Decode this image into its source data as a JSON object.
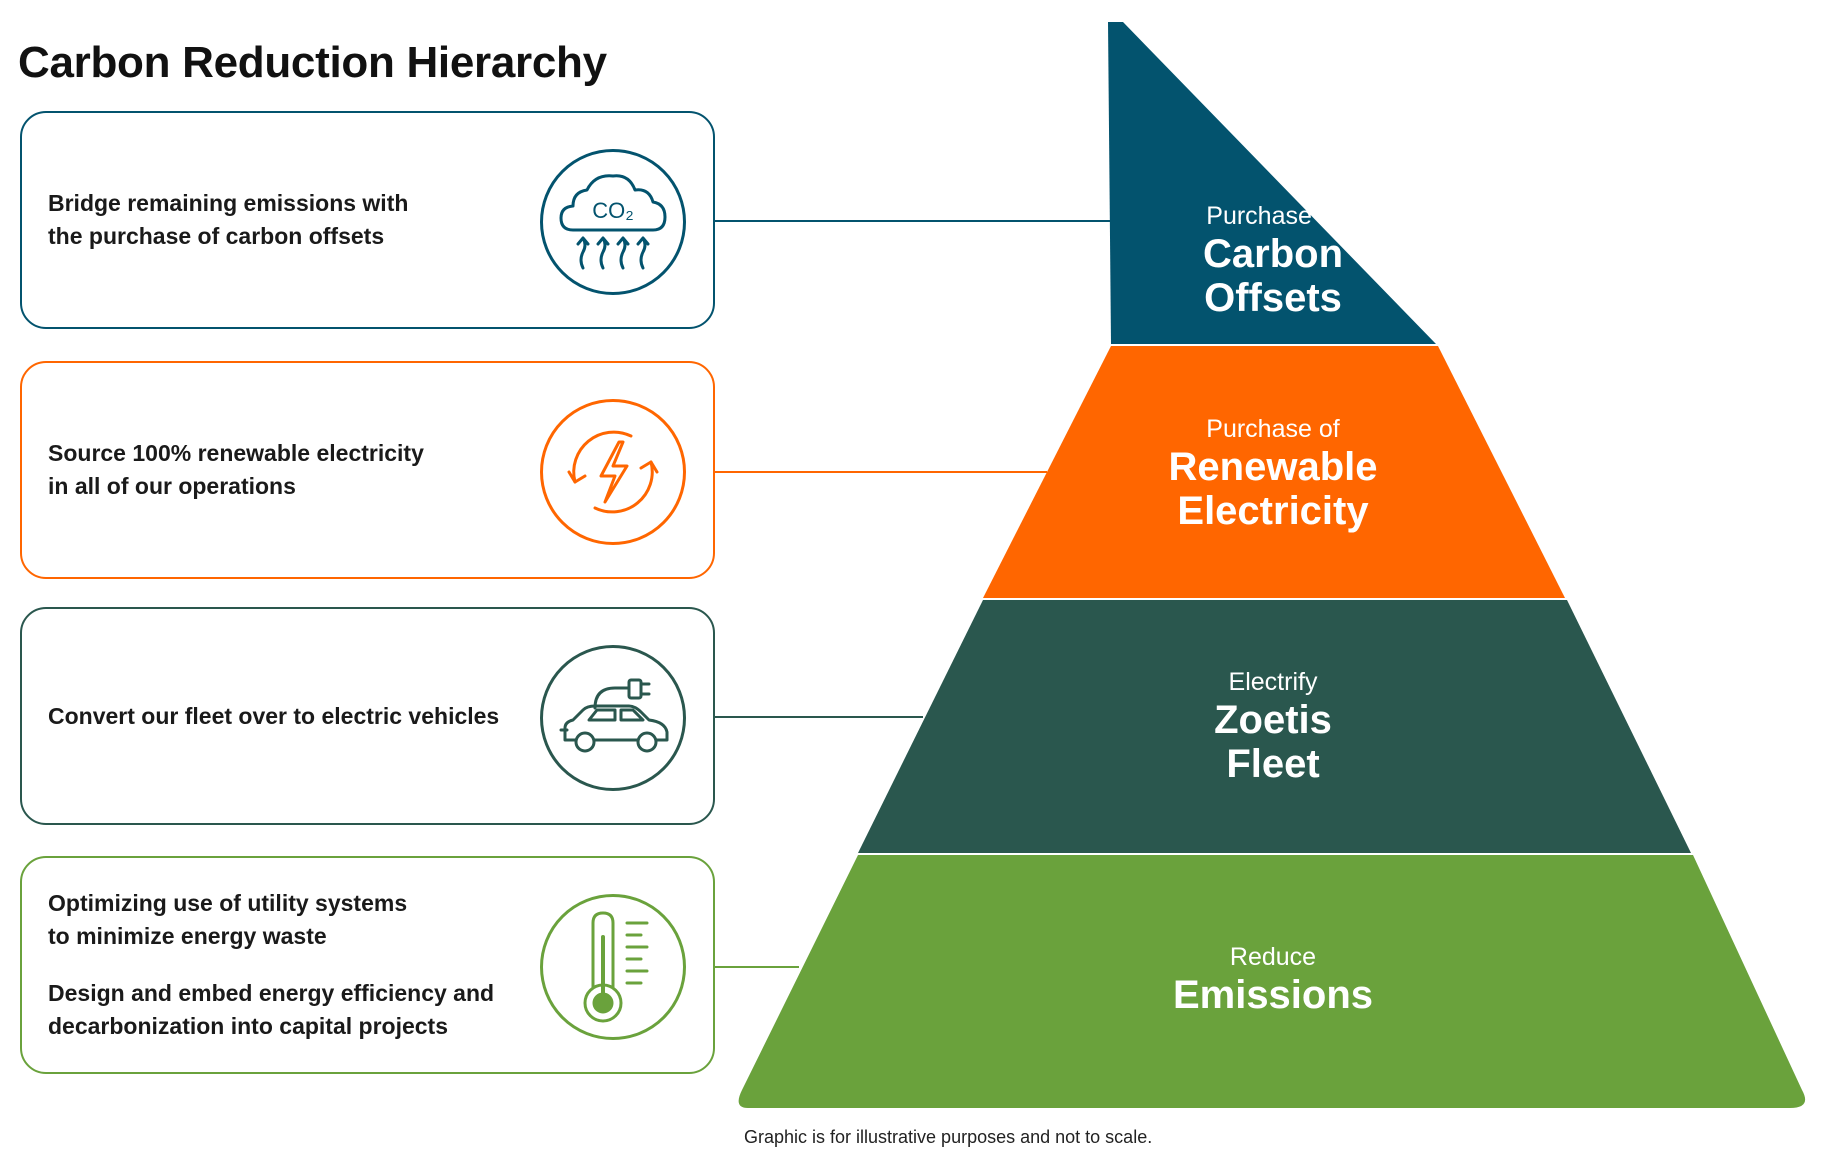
{
  "title": "Carbon Reduction Hierarchy",
  "footnote": "Graphic is for illustrative purposes and not to scale.",
  "colors": {
    "offsets": "#03536e",
    "renewable": "#ff6600",
    "fleet": "#2a574e",
    "emissions": "#6aa23c"
  },
  "cards": [
    {
      "texts": [
        "Bridge remaining emissions with\nthe purchase of carbon offsets"
      ],
      "icon": "co2-cloud-icon",
      "icon_text": "CO₂"
    },
    {
      "texts": [
        "Source 100% renewable electricity\nin all of our operations"
      ],
      "icon": "renewable-energy-icon"
    },
    {
      "texts": [
        "Convert our fleet over to electric vehicles"
      ],
      "icon": "electric-car-icon"
    },
    {
      "texts": [
        "Optimizing use of utility systems\nto minimize energy waste",
        "Design and embed energy efficiency and\ndecarbonization into capital projects"
      ],
      "icon": "thermometer-icon"
    }
  ],
  "tiers": [
    {
      "sub": "Purchase of",
      "main": "Carbon\nOffsets"
    },
    {
      "sub": "Purchase of",
      "main": "Renewable\nElectricity"
    },
    {
      "sub": "Electrify",
      "main": "Zoetis\nFleet"
    },
    {
      "sub": "Reduce",
      "main": "Emissions"
    }
  ]
}
